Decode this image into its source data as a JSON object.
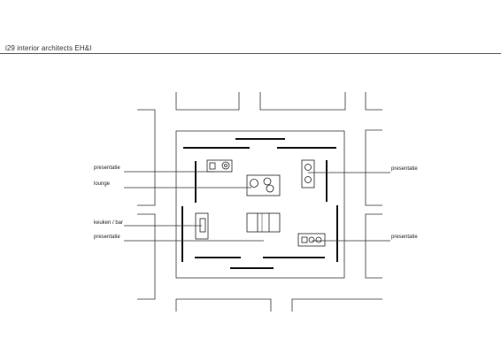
{
  "header": {
    "title": "i29 interior architects EH&I"
  },
  "labels": {
    "left": [
      "presentatie",
      "lounge",
      "keuken / bar",
      "presentatie"
    ],
    "right": [
      "presentatie",
      "presentatie"
    ]
  }
}
